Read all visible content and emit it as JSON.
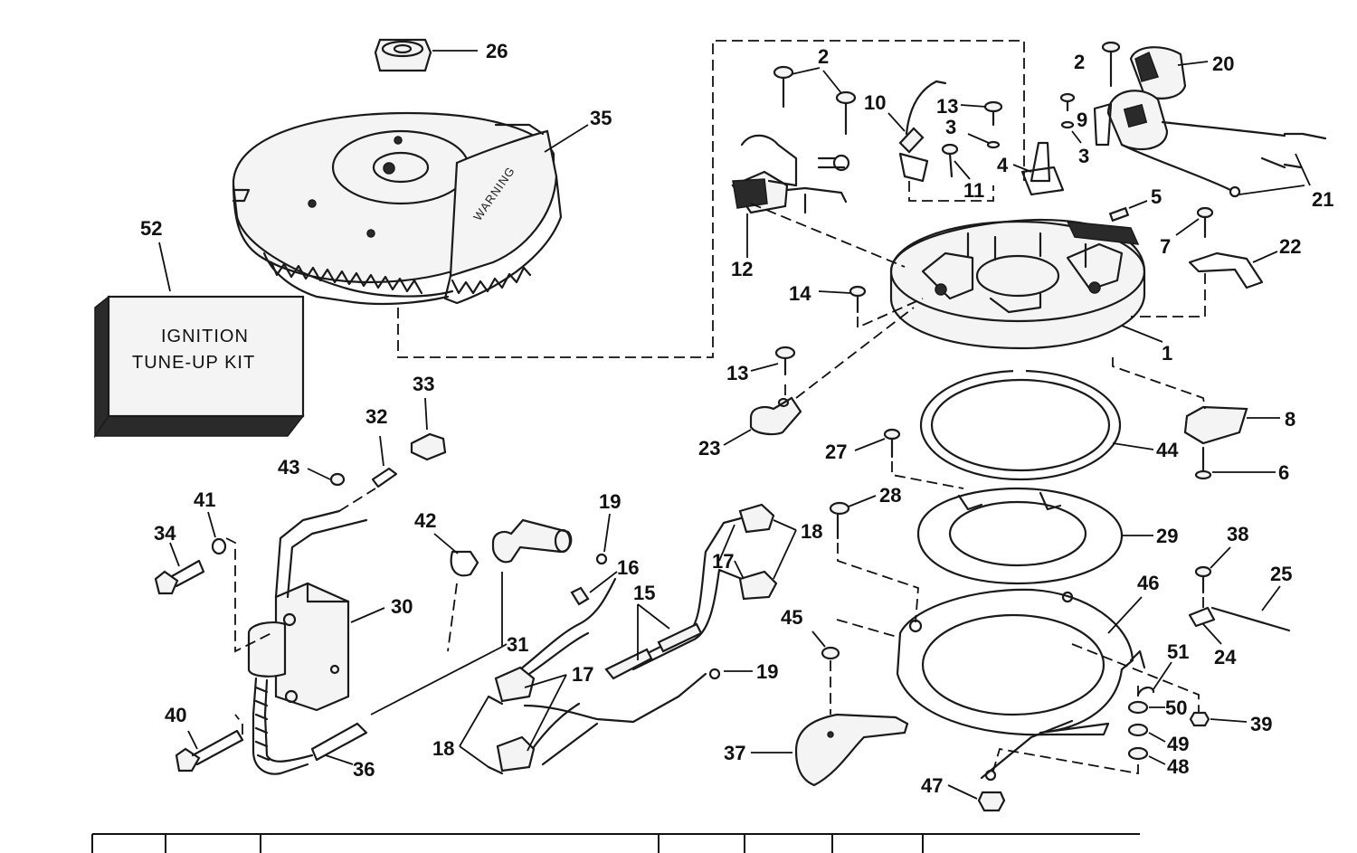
{
  "kit": {
    "line1": "IGNITION",
    "line2": "TUNE-UP KIT"
  },
  "flywheel": {
    "warning_text": "WARNING"
  },
  "callouts": {
    "c1": "1",
    "c2a": "2",
    "c2b": "2",
    "c3a": "3",
    "c3b": "3",
    "c4": "4",
    "c5": "5",
    "c6": "6",
    "c7": "7",
    "c8": "8",
    "c9": "9",
    "c10": "10",
    "c11": "11",
    "c12": "12",
    "c13a": "13",
    "c13b": "13",
    "c14": "14",
    "c15": "15",
    "c16": "16",
    "c17a": "17",
    "c17b": "17",
    "c18a": "18",
    "c18b": "18",
    "c19a": "19",
    "c19b": "19",
    "c20": "20",
    "c21": "21",
    "c22": "22",
    "c23": "23",
    "c24": "24",
    "c25": "25",
    "c26": "26",
    "c27": "27",
    "c28": "28",
    "c29": "29",
    "c30": "30",
    "c31": "31",
    "c32": "32",
    "c33": "33",
    "c34": "34",
    "c35": "35",
    "c36": "36",
    "c37": "37",
    "c38": "38",
    "c39": "39",
    "c40": "40",
    "c41": "41",
    "c42": "42",
    "c43": "43",
    "c44": "44",
    "c45": "45",
    "c46": "46",
    "c47": "47",
    "c48": "48",
    "c49": "49",
    "c50": "50",
    "c51": "51",
    "c52": "52"
  }
}
